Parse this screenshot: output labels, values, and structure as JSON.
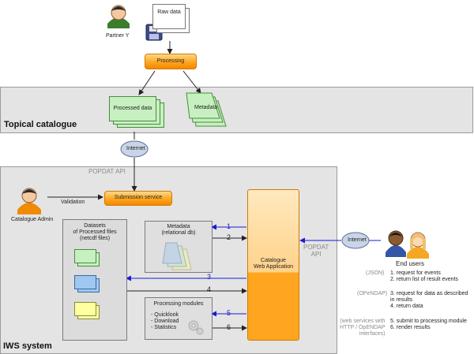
{
  "partner": {
    "label": "Partner Y",
    "raw_data_label": "Raw data"
  },
  "processing_label": "Processing",
  "topical": {
    "title": "Topical catalogue",
    "processed_data_label": "Processed data",
    "metadata_label": "Metadata"
  },
  "internet_top_label": "Internet",
  "popdat_api_top": "POPDAT API",
  "iws": {
    "title": "IWS system",
    "catalogue_admin_label": "Catalogue Admin",
    "validation_label": "Validation",
    "submission_label": "Submission service",
    "datasets_title": "Datasets\nof Processed files\n(netcdf files)",
    "metadata_title": "Metadata\n(relational db)",
    "processing_modules_title": "Processing modules",
    "processing_modules_items": "- Quicklook\n- Download\n- Statistics",
    "catalogue_webapp_label": "Catalogue\nWeb Application",
    "popdat_api_right": "POPDAT\nAPI",
    "internet_right_label": "Internet"
  },
  "arrows": {
    "n1": "1",
    "n2": "2",
    "n3": "3",
    "n4": "4",
    "n5": "5",
    "n6": "6"
  },
  "end_users": {
    "label": "End users",
    "json_tag": "(JSON)",
    "json_steps": "1. request for events\n2. return list of result events",
    "opendap_tag": "(OPeNDAP)",
    "opendap_steps": "3. request for data as described\n    in results\n4. return data",
    "ws_tag": "(web services with\nHTTP / OpENDAP\ninterfaces)",
    "ws_steps": "5. submit to processing module\n6. render results"
  },
  "colors": {
    "orange": "#ffa51f",
    "green": "#c7f0c1",
    "blue_arrow": "#1a1ad6",
    "panel": "#e4e4e4"
  }
}
